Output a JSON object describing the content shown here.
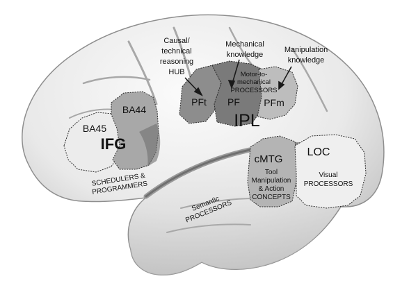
{
  "regions": {
    "ba45": "BA45",
    "ba44": "BA44",
    "ifg": "IFG",
    "pft": "PFt",
    "pf": "PF",
    "pfm": "PFm",
    "ipl": "IPL",
    "cmtg": "cMTG",
    "loc": "LOC"
  },
  "annotations": {
    "causal": [
      "Causal/",
      "technical",
      "reasoning",
      "HUB"
    ],
    "mechanical": [
      "Mechanical",
      "knowledge"
    ],
    "manipulation": [
      "Manipulation",
      "knowledge"
    ],
    "motor": [
      "Motor-to-",
      "mechanical",
      "PROCESSORS"
    ],
    "schedulers": [
      "SCHEDULERS &",
      "PROGRAMMERS"
    ],
    "semantic": [
      "Semantic",
      "PROCESSORS"
    ],
    "tool": [
      "Tool",
      "Manipulation",
      "& Action",
      "CONCEPTS"
    ],
    "visual": [
      "Visual",
      "PROCESSORS"
    ]
  },
  "colors": {
    "brain_light": "#f4f4f4",
    "brain_mid": "#d6d6d6",
    "sulcus": "#9c9c9c",
    "region_dark": "#8a8a8a",
    "region_mid": "#adadad",
    "region_light": "#c9c9c9",
    "region_pale": "#efefef",
    "outline": "#2a2a2a"
  }
}
